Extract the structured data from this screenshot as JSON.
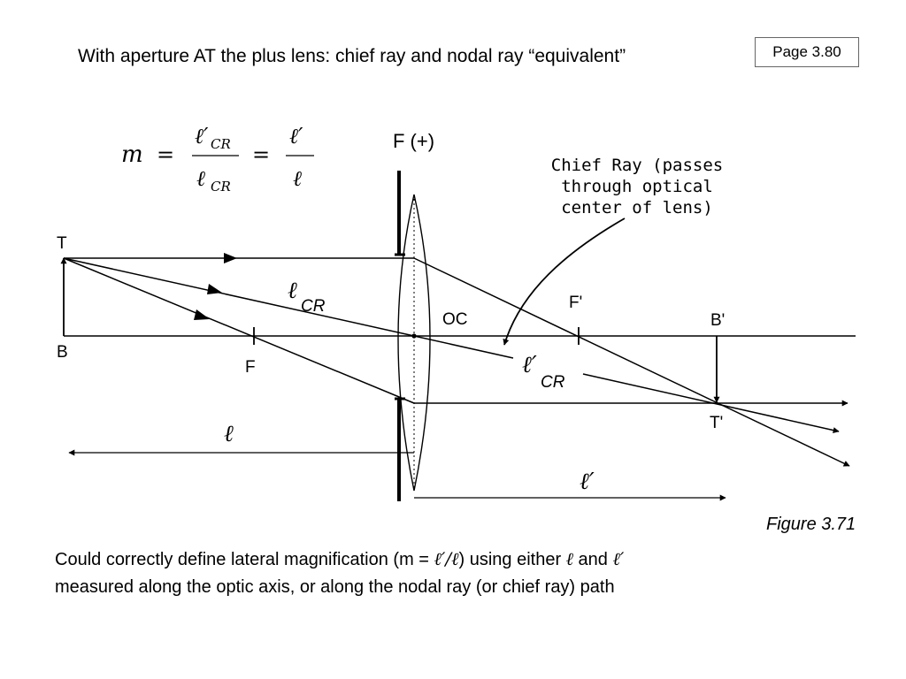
{
  "title": "With aperture AT the plus lens: chief ray and nodal ray “equivalent”",
  "page_label": "Page 3.80",
  "formula": {
    "m": "m",
    "eq": "=",
    "num1": "ℓ′",
    "num1_sub": "CR",
    "den1": "ℓ",
    "den1_sub": "CR",
    "num2": "ℓ′",
    "den2": "ℓ"
  },
  "diagram": {
    "lens_label": "F (+)",
    "callout_lines": [
      "Chief Ray (passes",
      "through optical",
      "center of lens)"
    ],
    "point_T": "T",
    "point_B": "B",
    "point_F": "F",
    "point_F_prime": "F'",
    "point_OC": "OC",
    "point_B_prime": "B'",
    "point_T_prime": "T'",
    "l_cr_symbol": "ℓ",
    "l_cr_sub": "CR",
    "lp_cr_symbol": "ℓ′",
    "lp_cr_sub": "CR",
    "l_symbol": "ℓ",
    "lp_symbol": "ℓ′"
  },
  "caption": "Figure 3.71",
  "footer": {
    "line1_a": "Could correctly define lateral magnification (m = ",
    "line1_ratio": "ℓ′/ℓ",
    "line1_b": ") using either ",
    "line1_l": "ℓ",
    "line1_c": " and ",
    "line1_lp": "ℓ′",
    "line2": "measured along the optic axis, or along the nodal ray (or chief ray) path"
  }
}
